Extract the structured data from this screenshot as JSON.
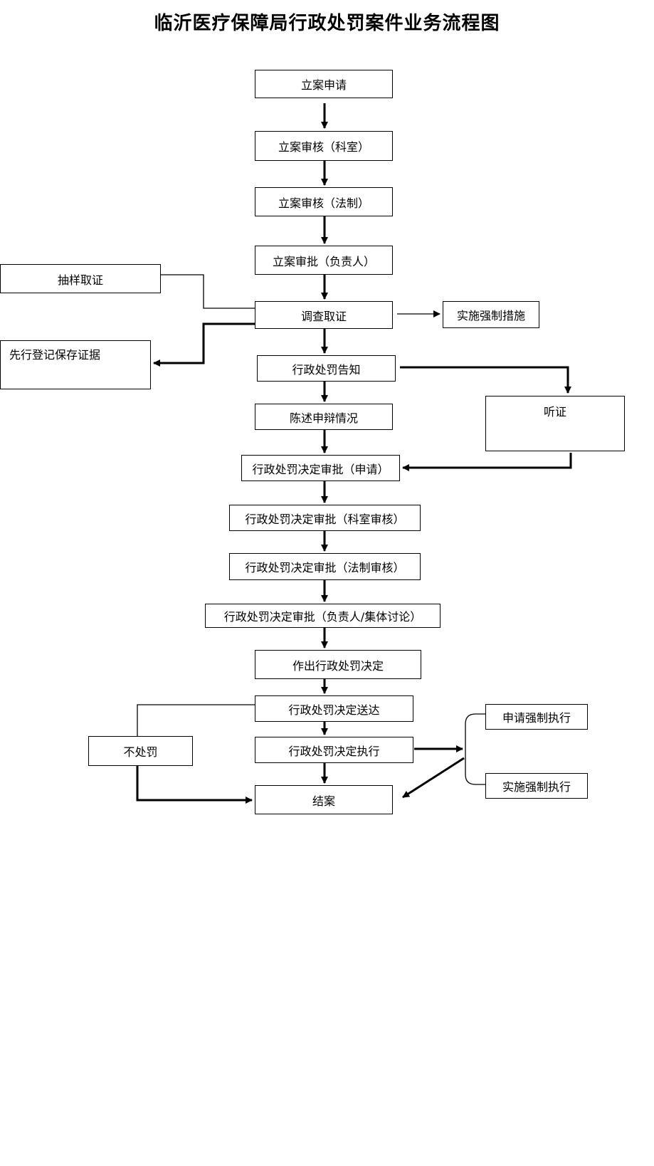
{
  "title": "临沂医疗保障局行政处罚案件业务流程图",
  "nodes": {
    "n1": "立案申请",
    "n2": "立案审核（科室）",
    "n3": "立案审核（法制）",
    "n4": "立案审批（负责人）",
    "sampling": "抽样取证",
    "investigate": "调查取证",
    "coercive": "实施强制措施",
    "register": "先行登记保存证据",
    "notice": "行政处罚告知",
    "hearing": "听证",
    "statement": "陈述申辩情况",
    "d1": "行政处罚决定审批（申请）",
    "d2": "行政处罚决定审批（科室审核）",
    "d3": "行政处罚决定审批（法制审核）",
    "d4": "行政处罚决定审批（负责人/集体讨论）",
    "make": "作出行政处罚决定",
    "deliver": "行政处罚决定送达",
    "no_penalty": "不处罚",
    "execute": "行政处罚决定执行",
    "apply_enforce": "申请强制执行",
    "do_enforce": "实施强制执行",
    "close": "结案"
  }
}
